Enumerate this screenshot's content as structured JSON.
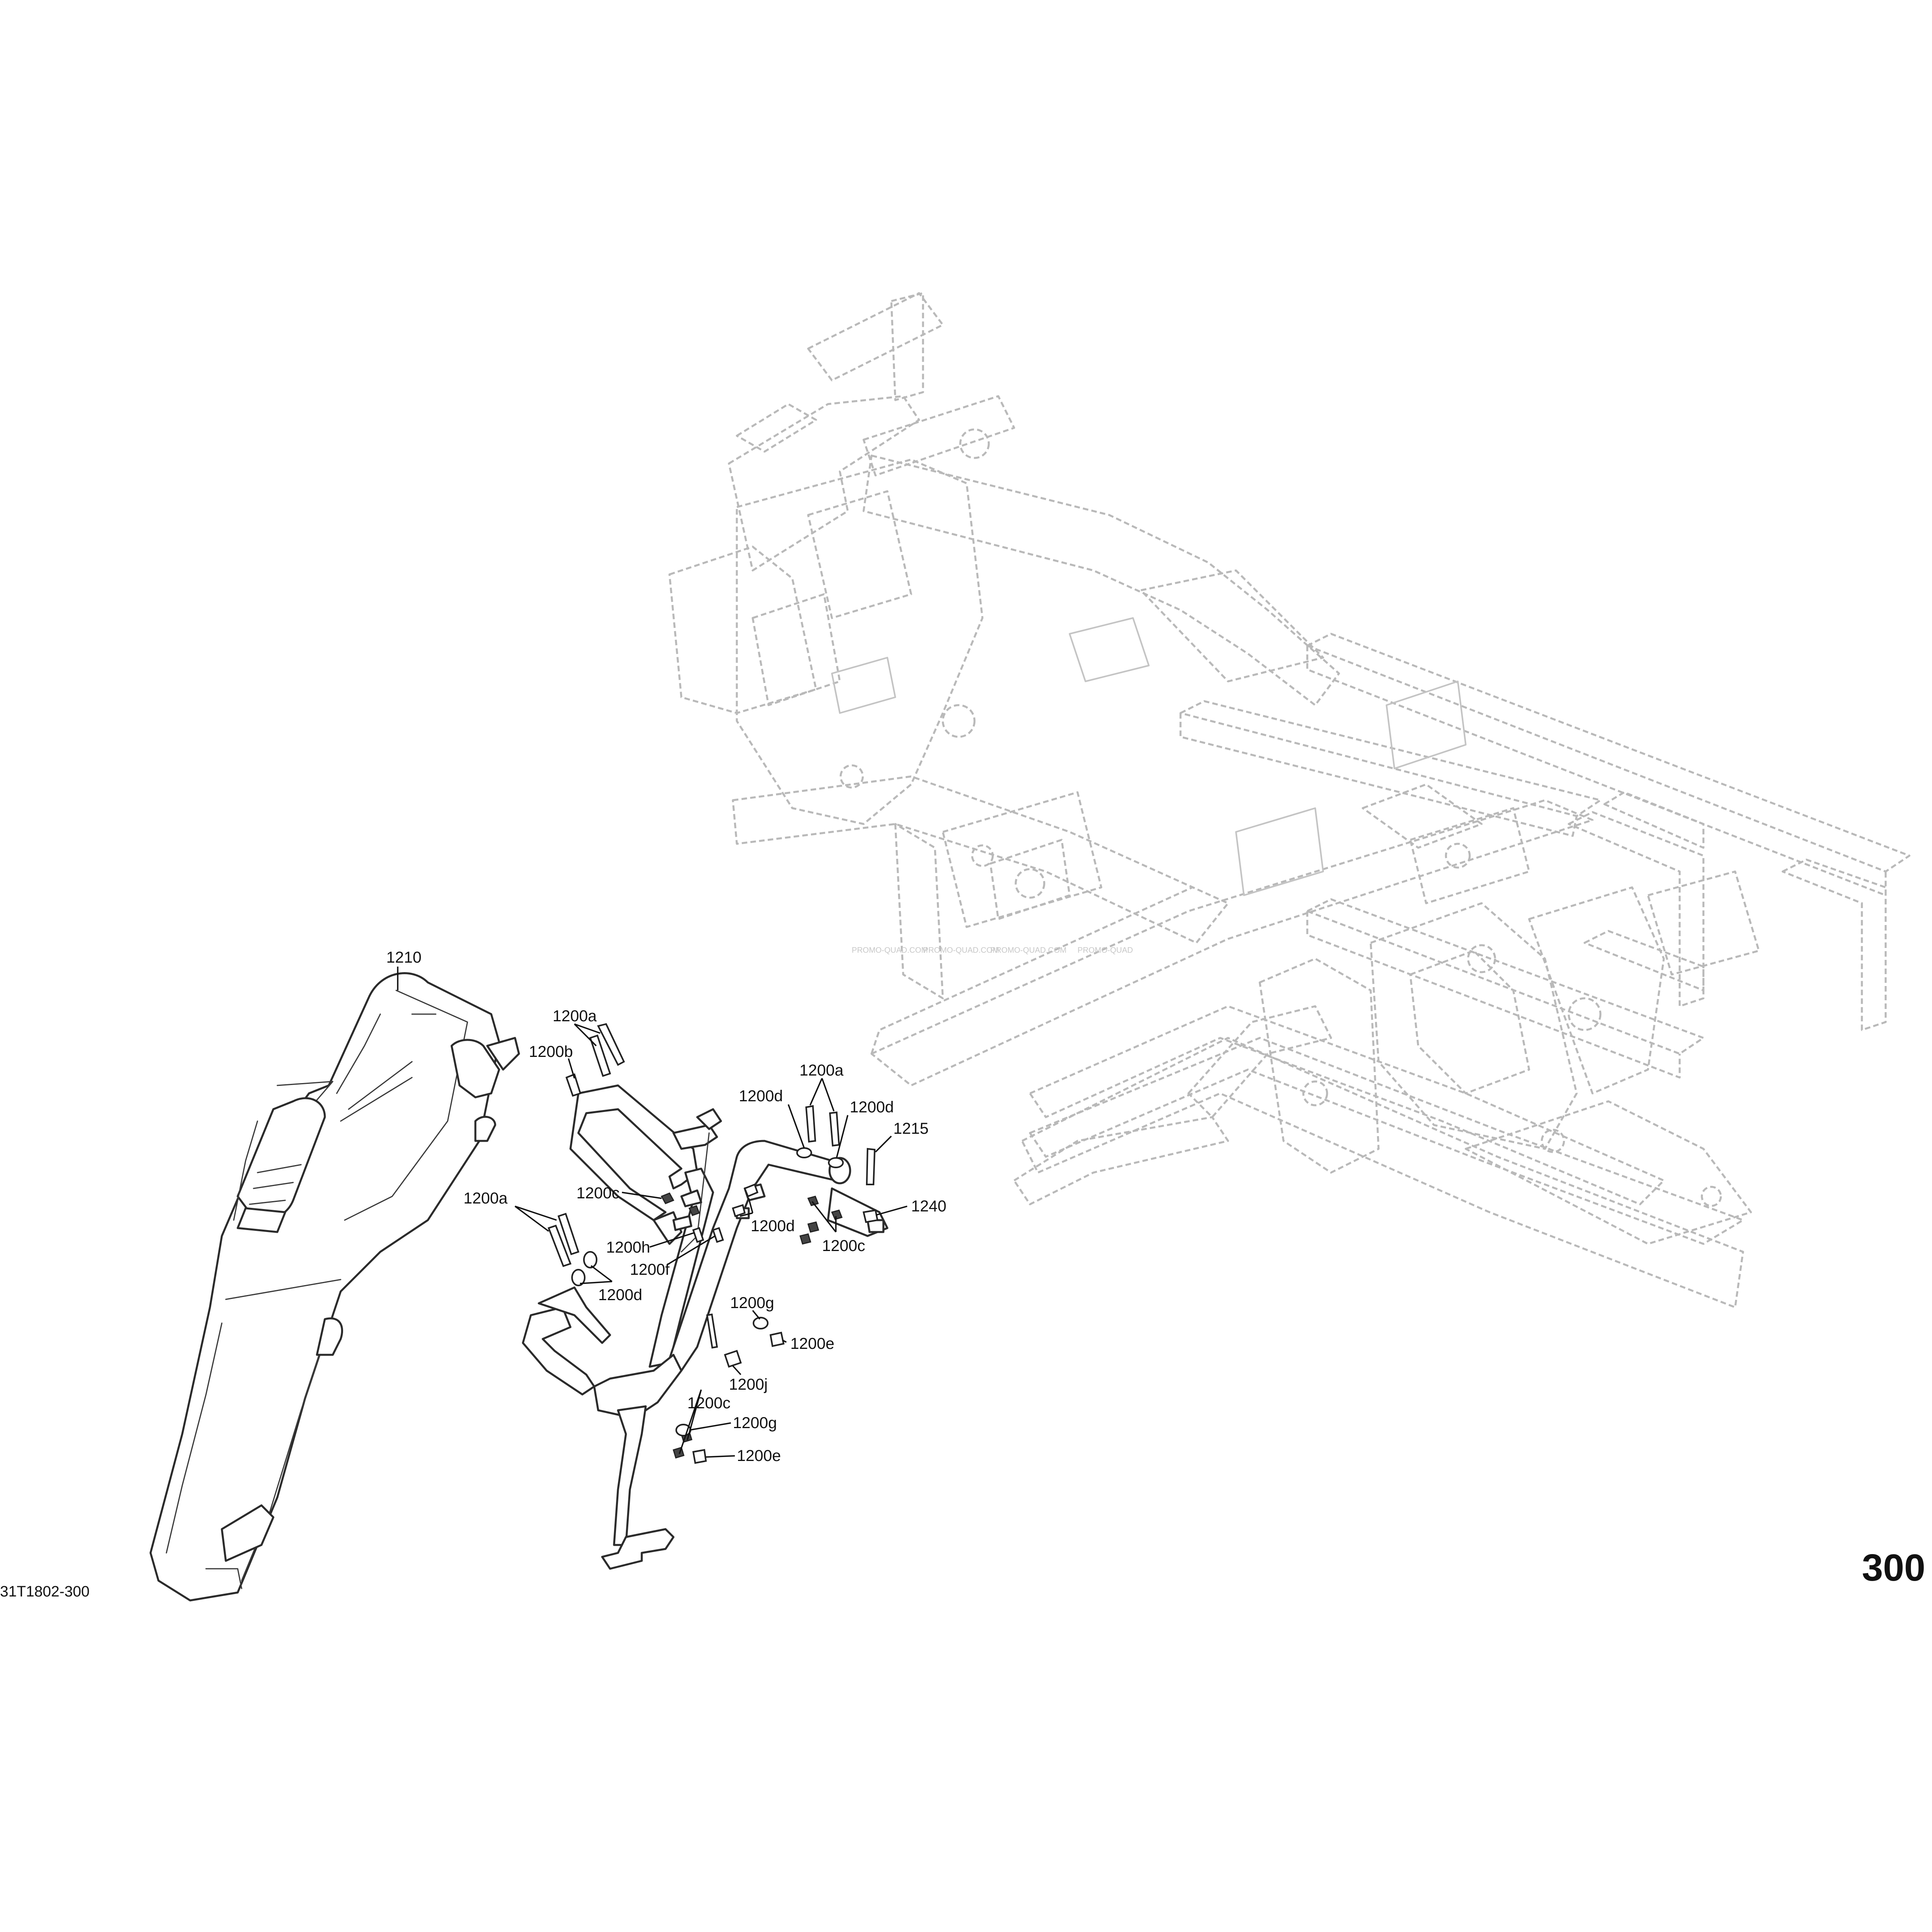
{
  "diagram": {
    "document_code": "31T1802-300",
    "page_number": "300",
    "watermarks": [
      "PROMO-QUAD.COM",
      "PROMO-QUAD.COM",
      "PROMO-QUAD.COM",
      "PROMO-QUAD"
    ],
    "callouts": [
      {
        "id": "c-1210",
        "label": "1210"
      },
      {
        "id": "c-1200a-top",
        "label": "1200a"
      },
      {
        "id": "c-1200b",
        "label": "1200b"
      },
      {
        "id": "c-1200a-mid",
        "label": "1200a"
      },
      {
        "id": "c-1200d-1",
        "label": "1200d"
      },
      {
        "id": "c-1200d-2",
        "label": "1200d"
      },
      {
        "id": "c-1215",
        "label": "1215"
      },
      {
        "id": "c-1200c-1",
        "label": "1200c"
      },
      {
        "id": "c-1200d-3",
        "label": "1200d"
      },
      {
        "id": "c-1200a-left",
        "label": "1200a"
      },
      {
        "id": "c-1200h",
        "label": "1200h"
      },
      {
        "id": "c-1240",
        "label": "1240"
      },
      {
        "id": "c-1200f",
        "label": "1200f"
      },
      {
        "id": "c-1200c-2",
        "label": "1200c"
      },
      {
        "id": "c-1200g-1",
        "label": "1200g"
      },
      {
        "id": "c-1200d-4",
        "label": "1200d"
      },
      {
        "id": "c-1200e-1",
        "label": "1200e"
      },
      {
        "id": "c-1200j",
        "label": "1200j"
      },
      {
        "id": "c-1200c-3",
        "label": "1200c"
      },
      {
        "id": "c-1200g-2",
        "label": "1200g"
      },
      {
        "id": "c-1200e-2",
        "label": "1200e"
      }
    ]
  }
}
